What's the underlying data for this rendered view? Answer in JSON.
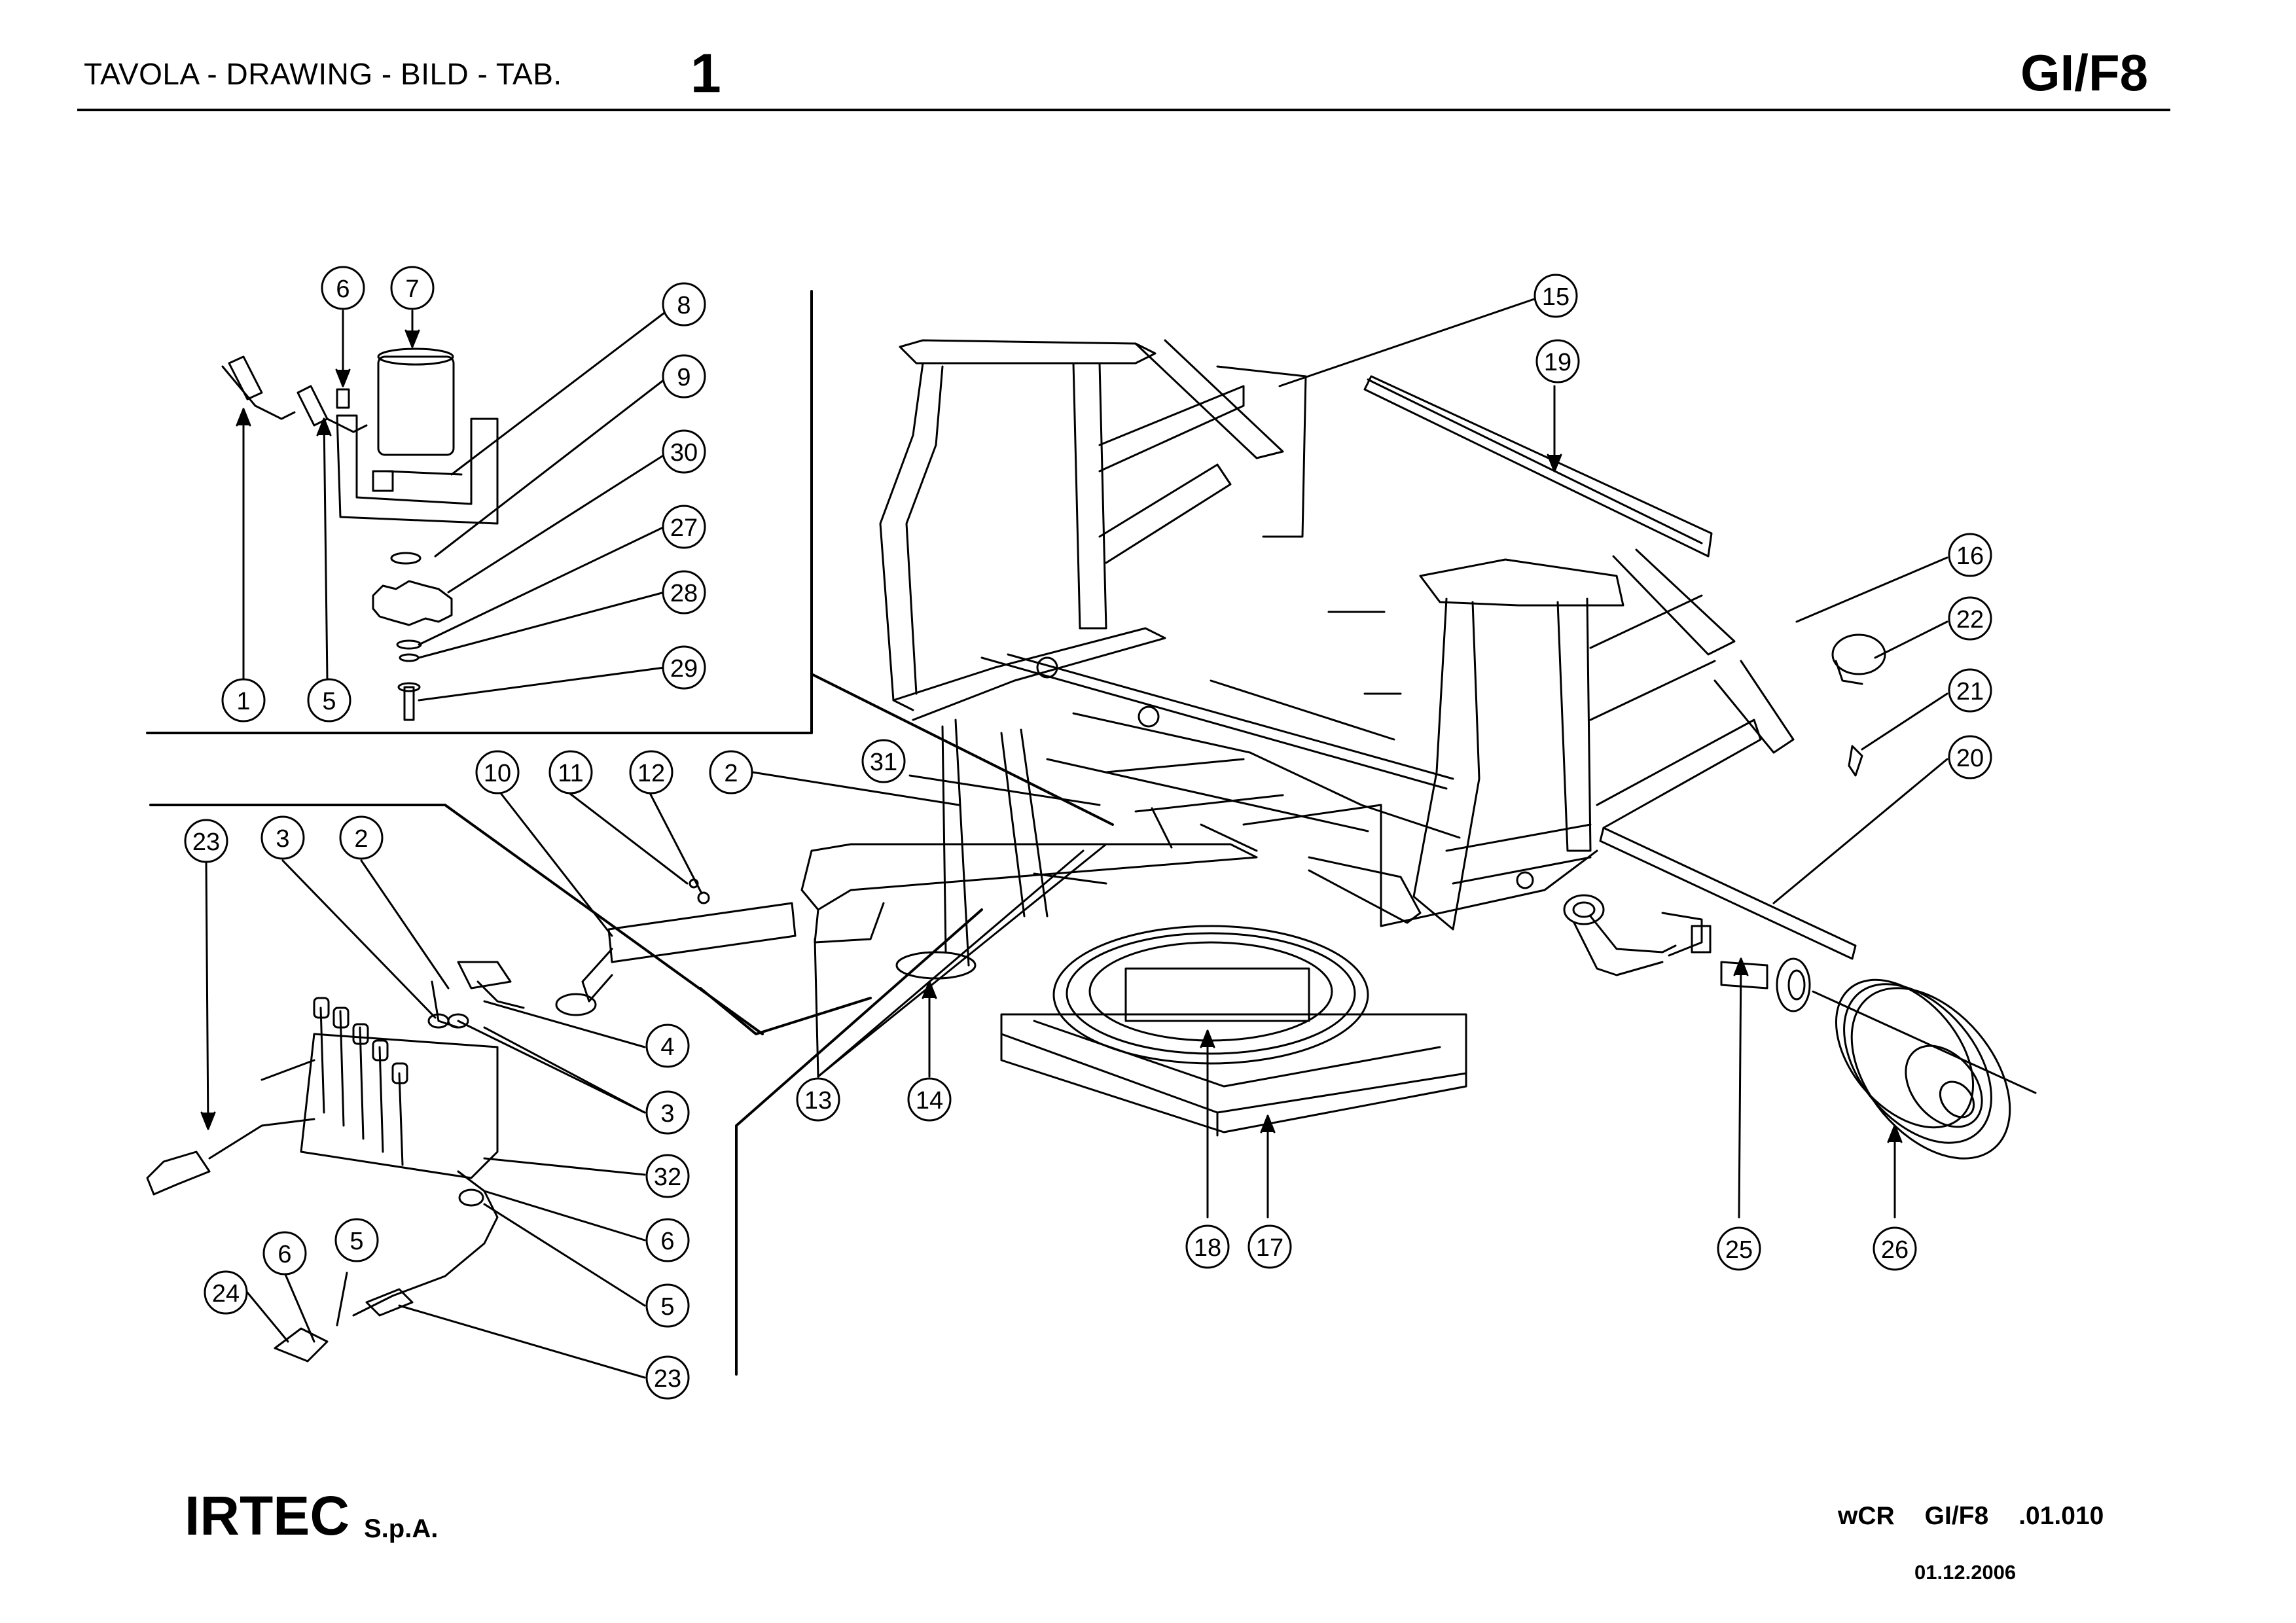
{
  "header": {
    "label": "TAVOLA - DRAWING - BILD - TAB.",
    "table_number": "1",
    "code": "GI/F8"
  },
  "footer": {
    "brand": "IRTEC",
    "brand_suffix": "S.p.A.",
    "ref_prefix": "wCR",
    "ref_code": "GI/F8",
    "ref_number": ".01.010",
    "date": "01.12.2006"
  },
  "callouts": [
    {
      "id": "c1",
      "label": "1"
    },
    {
      "id": "c5a",
      "label": "5"
    },
    {
      "id": "c6a",
      "label": "6"
    },
    {
      "id": "c7",
      "label": "7"
    },
    {
      "id": "c8",
      "label": "8"
    },
    {
      "id": "c9",
      "label": "9"
    },
    {
      "id": "c30",
      "label": "30"
    },
    {
      "id": "c27",
      "label": "27"
    },
    {
      "id": "c28",
      "label": "28"
    },
    {
      "id": "c29",
      "label": "29"
    },
    {
      "id": "c10",
      "label": "10"
    },
    {
      "id": "c11",
      "label": "11"
    },
    {
      "id": "c12",
      "label": "12"
    },
    {
      "id": "c2a",
      "label": "2"
    },
    {
      "id": "c31",
      "label": "31"
    },
    {
      "id": "c23a",
      "label": "23"
    },
    {
      "id": "c3a",
      "label": "3"
    },
    {
      "id": "c2b",
      "label": "2"
    },
    {
      "id": "c4",
      "label": "4"
    },
    {
      "id": "c3b",
      "label": "3"
    },
    {
      "id": "c32",
      "label": "32"
    },
    {
      "id": "c6b",
      "label": "6"
    },
    {
      "id": "c5b",
      "label": "5"
    },
    {
      "id": "c23b",
      "label": "23"
    },
    {
      "id": "c24",
      "label": "24"
    },
    {
      "id": "c6c",
      "label": "6"
    },
    {
      "id": "c5c",
      "label": "5"
    },
    {
      "id": "c13",
      "label": "13"
    },
    {
      "id": "c14",
      "label": "14"
    },
    {
      "id": "c15",
      "label": "15"
    },
    {
      "id": "c19",
      "label": "19"
    },
    {
      "id": "c16",
      "label": "16"
    },
    {
      "id": "c22",
      "label": "22"
    },
    {
      "id": "c21",
      "label": "21"
    },
    {
      "id": "c20",
      "label": "20"
    },
    {
      "id": "c18",
      "label": "18"
    },
    {
      "id": "c17",
      "label": "17"
    },
    {
      "id": "c25",
      "label": "25"
    },
    {
      "id": "c26",
      "label": "26"
    }
  ]
}
